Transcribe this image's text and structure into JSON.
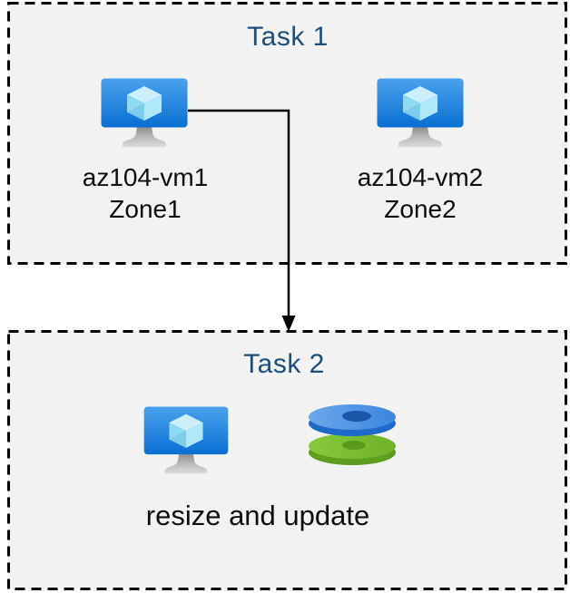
{
  "colors": {
    "background": "#ffffff",
    "box_fill": "#f2f2f2",
    "box_border": "#000000",
    "title_text": "#1c4e79",
    "body_text": "#0d0d0d",
    "arrow": "#000000",
    "vm_screen_top": "#4aa1ec",
    "vm_screen_bottom": "#0a6fd2",
    "disk_blue": "#3b85dd",
    "disk_green": "#6db229"
  },
  "task1": {
    "title": "Task 1",
    "vms": [
      {
        "name": "az104-vm1",
        "zone": "Zone1",
        "icon": "virtual-machine-icon"
      },
      {
        "name": "az104-vm2",
        "zone": "Zone2",
        "icon": "virtual-machine-icon"
      }
    ]
  },
  "task2": {
    "title": "Task 2",
    "caption": "resize and update",
    "icons": [
      "virtual-machine-icon",
      "managed-disks-icon"
    ]
  },
  "connector": {
    "from": "az104-vm1",
    "to": "Task 2",
    "type": "elbow-arrow"
  }
}
